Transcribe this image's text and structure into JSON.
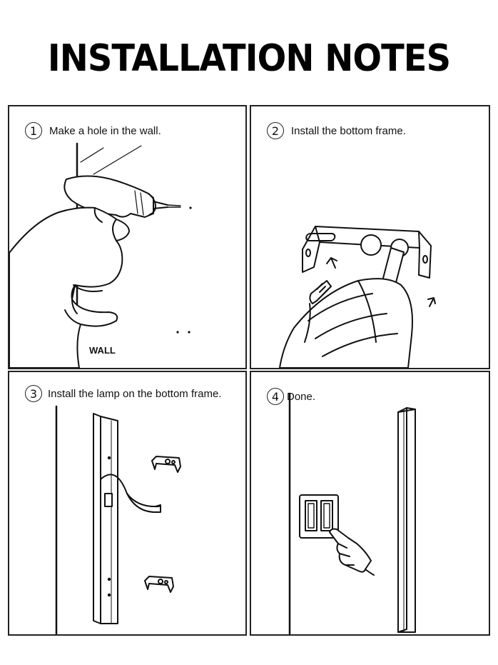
{
  "title": "INSTALLATION NOTES",
  "steps": [
    {
      "number": "1",
      "caption": "Make a hole in the wall."
    },
    {
      "number": "2",
      "caption": "Install the bottom frame."
    },
    {
      "number": "3",
      "caption": "Install the lamp on the bottom frame."
    },
    {
      "number": "4",
      "caption": "Done."
    }
  ],
  "wall_label": "WALL"
}
